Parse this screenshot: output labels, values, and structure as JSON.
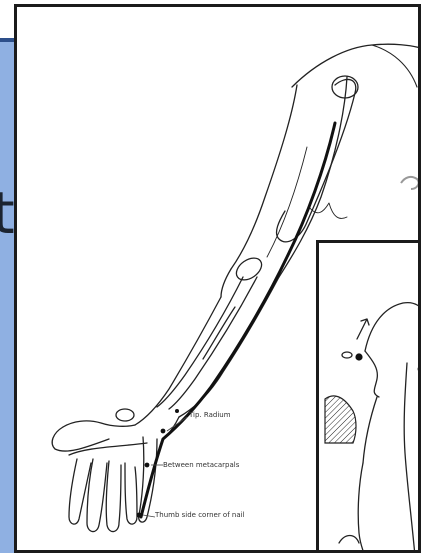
{
  "slide": {
    "title_fragment": "t",
    "background_color": "#8fb0e2",
    "accent_color": "#2d4f8a"
  },
  "figure": {
    "labels": {
      "radius": "Tip. Radium",
      "metacarpals": "Between metacarpals",
      "corner": "Thumb side corner of nail"
    }
  },
  "inset": {
    "arrow_icon": "arrow-up-right"
  }
}
